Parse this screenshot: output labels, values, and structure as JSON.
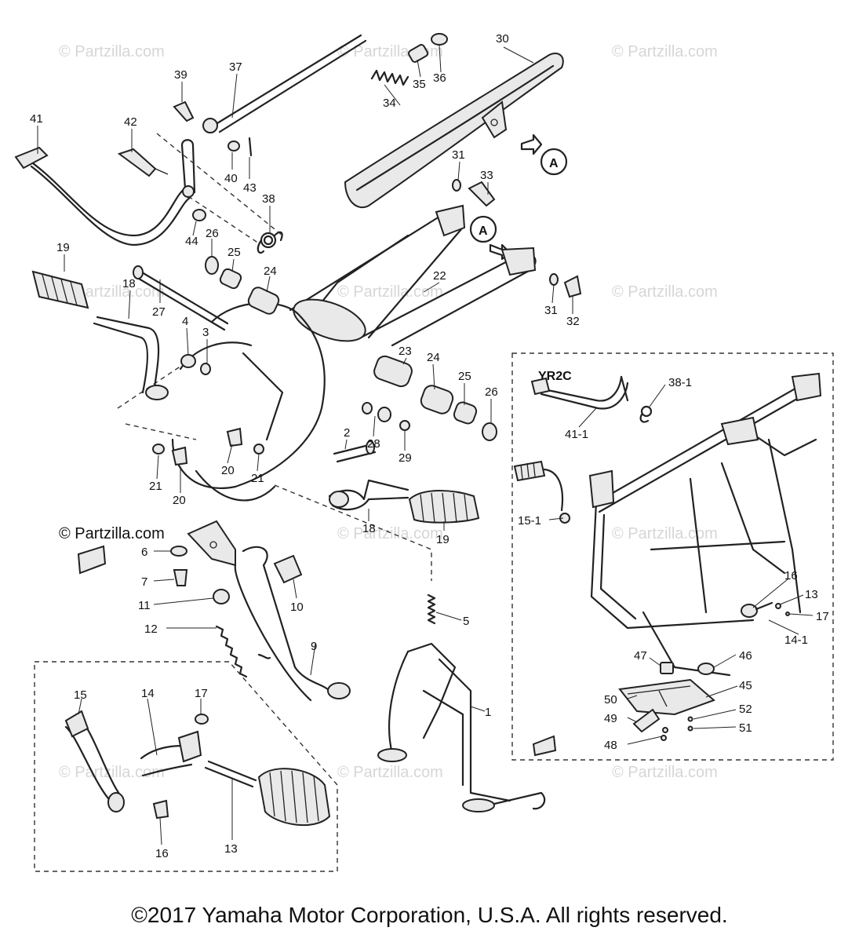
{
  "watermark": "© Partzilla.com",
  "copyright": "©2017 Yamaha Motor Corporation, U.S.A. All rights reserved.",
  "variant_label": "YR2C",
  "callouts": {
    "a1": "A",
    "a2": "A"
  },
  "part_numbers": {
    "p1": "1",
    "p2": "2",
    "p3": "3",
    "p4": "4",
    "p5": "5",
    "p6": "6",
    "p7": "7",
    "p9": "9",
    "p10": "10",
    "p11": "11",
    "p12": "12",
    "p13": "13",
    "p13b": "13",
    "p14": "14",
    "p14_1": "14-1",
    "p15": "15",
    "p15_1": "15-1",
    "p16": "16",
    "p16b": "16",
    "p17": "17",
    "p17b": "17",
    "p18": "18",
    "p18b": "18",
    "p19": "19",
    "p19b": "19",
    "p20": "20",
    "p20b": "20",
    "p21": "21",
    "p21b": "21",
    "p22": "22",
    "p23": "23",
    "p24": "24",
    "p24b": "24",
    "p25": "25",
    "p25b": "25",
    "p26": "26",
    "p26b": "26",
    "p27": "27",
    "p28": "28",
    "p29": "29",
    "p30": "30",
    "p31": "31",
    "p31b": "31",
    "p32": "32",
    "p33": "33",
    "p34": "34",
    "p35": "35",
    "p36": "36",
    "p37": "37",
    "p38": "38",
    "p38_1": "38-1",
    "p39": "39",
    "p40": "40",
    "p41": "41",
    "p41_1": "41-1",
    "p42": "42",
    "p43": "43",
    "p44": "44",
    "p45": "45",
    "p46": "46",
    "p47": "47",
    "p48": "48",
    "p49": "49",
    "p50": "50",
    "p51": "51",
    "p52": "52"
  }
}
